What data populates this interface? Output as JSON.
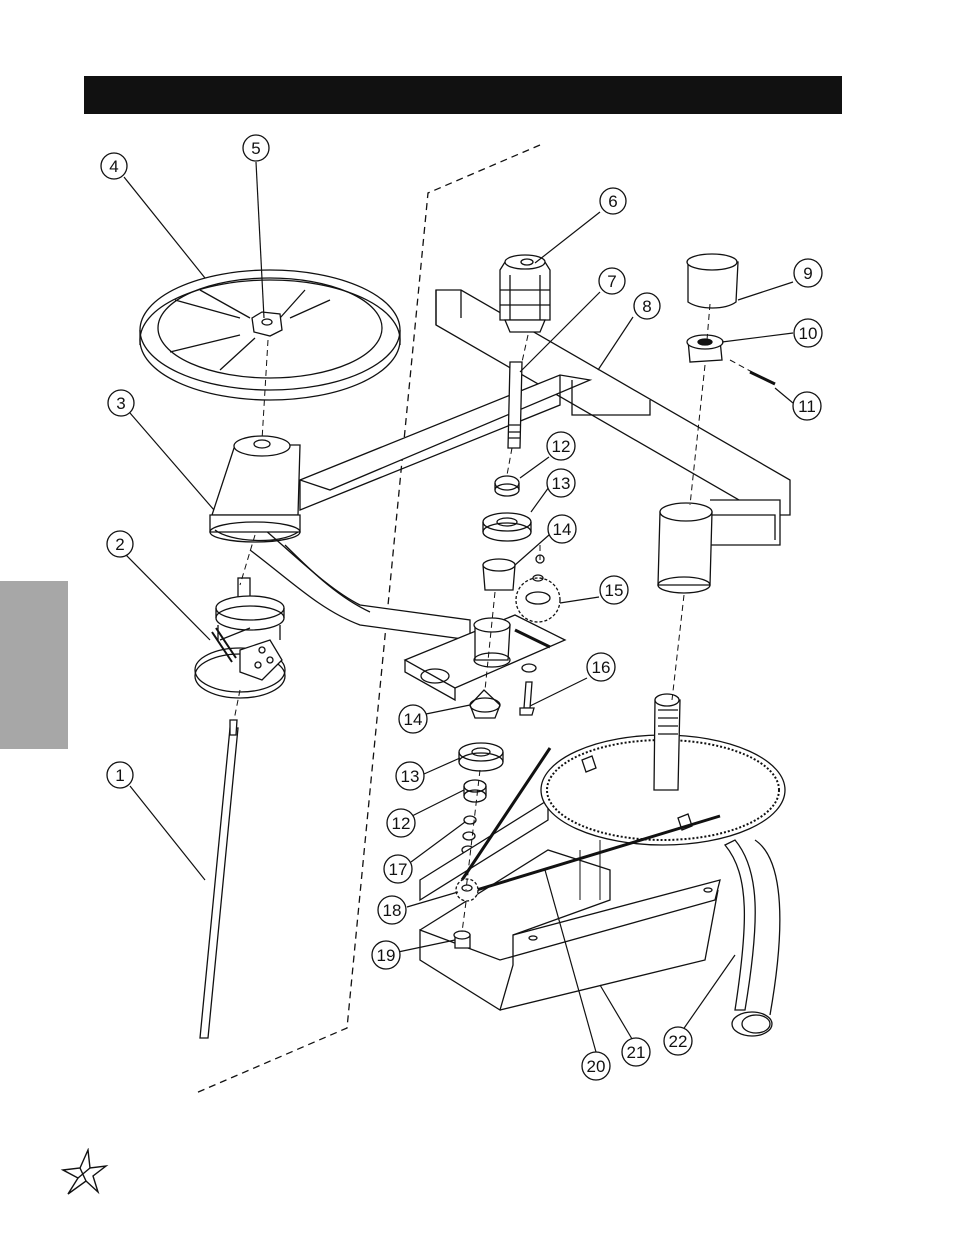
{
  "header": {
    "title": ""
  },
  "colors": {
    "bar": "#111111",
    "tab": "#a7a7a7",
    "line": "#111111"
  },
  "parts": [
    {
      "number": "1"
    },
    {
      "number": "2"
    },
    {
      "number": "3"
    },
    {
      "number": "4"
    },
    {
      "number": "5"
    },
    {
      "number": "6"
    },
    {
      "number": "7"
    },
    {
      "number": "8"
    },
    {
      "number": "9"
    },
    {
      "number": "10"
    },
    {
      "number": "11"
    },
    {
      "number": "12"
    },
    {
      "number": "13"
    },
    {
      "number": "14"
    },
    {
      "number": "15"
    },
    {
      "number": "16"
    },
    {
      "number": "17"
    },
    {
      "number": "18"
    },
    {
      "number": "19"
    },
    {
      "number": "20"
    },
    {
      "number": "21"
    },
    {
      "number": "22"
    }
  ],
  "logo": {
    "icon": "star-logo-icon"
  }
}
